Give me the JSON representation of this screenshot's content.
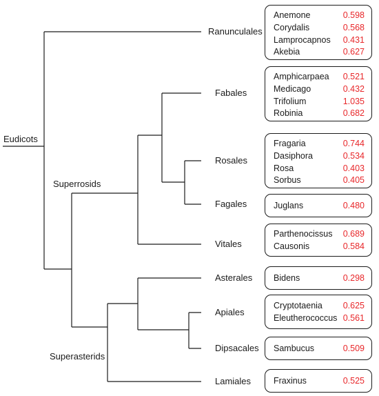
{
  "diagram": {
    "root_label": "Eudicots",
    "clade_labels": {
      "superrosids": "Superrosids",
      "superasterids": "Superasterids"
    },
    "orders": [
      {
        "id": "ranunculales",
        "label": "Ranunculales",
        "genera": [
          {
            "name": "Anemone",
            "value": "0.598"
          },
          {
            "name": "Corydalis",
            "value": "0.568"
          },
          {
            "name": "Lamprocapnos",
            "value": "0.431"
          },
          {
            "name": "Akebia",
            "value": "0.627"
          }
        ]
      },
      {
        "id": "fabales",
        "label": "Fabales",
        "genera": [
          {
            "name": "Amphicarpaea",
            "value": "0.521"
          },
          {
            "name": "Medicago",
            "value": "0.432"
          },
          {
            "name": "Trifolium",
            "value": "1.035"
          },
          {
            "name": "Robinia",
            "value": "0.682"
          }
        ]
      },
      {
        "id": "rosales",
        "label": "Rosales",
        "genera": [
          {
            "name": "Fragaria",
            "value": "0.744"
          },
          {
            "name": "Dasiphora",
            "value": "0.534"
          },
          {
            "name": "Rosa",
            "value": "0.403"
          },
          {
            "name": "Sorbus",
            "value": "0.405"
          }
        ]
      },
      {
        "id": "fagales",
        "label": "Fagales",
        "genera": [
          {
            "name": "Juglans",
            "value": "0.480"
          }
        ]
      },
      {
        "id": "vitales",
        "label": "Vitales",
        "genera": [
          {
            "name": "Parthenocissus",
            "value": "0.689"
          },
          {
            "name": "Causonis",
            "value": "0.584"
          }
        ]
      },
      {
        "id": "asterales",
        "label": "Asterales",
        "genera": [
          {
            "name": "Bidens",
            "value": "0.298"
          }
        ]
      },
      {
        "id": "apiales",
        "label": "Apiales",
        "genera": [
          {
            "name": "Cryptotaenia",
            "value": "0.625"
          },
          {
            "name": "Eleutherococcus",
            "value": "0.561"
          }
        ]
      },
      {
        "id": "dipsacales",
        "label": "Dipsacales",
        "genera": [
          {
            "name": "Sambucus",
            "value": "0.509"
          }
        ]
      },
      {
        "id": "lamiales",
        "label": "Lamiales",
        "genera": [
          {
            "name": "Fraxinus",
            "value": "0.525"
          }
        ]
      }
    ]
  }
}
